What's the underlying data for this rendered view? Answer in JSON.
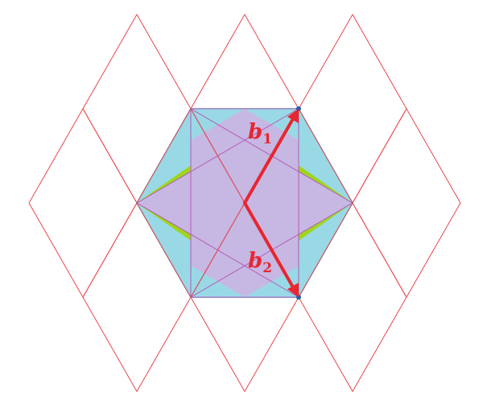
{
  "colors": {
    "background": "#ffffff",
    "lattice": "#e8474d",
    "hexagon_fill": "#9fd51c",
    "hexagon_stroke": "#1aa7c4",
    "rectangle_fill": "#99d9e6",
    "rectangle_stroke": "#b25bb5",
    "inner_fill": "#c7b7e3",
    "vector": "#e8262e",
    "label": "#e8262e"
  },
  "labels": {
    "b1": {
      "letter": "b",
      "subscript": "1"
    },
    "b2": {
      "letter": "b",
      "subscript": "2"
    }
  },
  "icons": {
    "arrow_head": "arrow-head-icon"
  }
}
